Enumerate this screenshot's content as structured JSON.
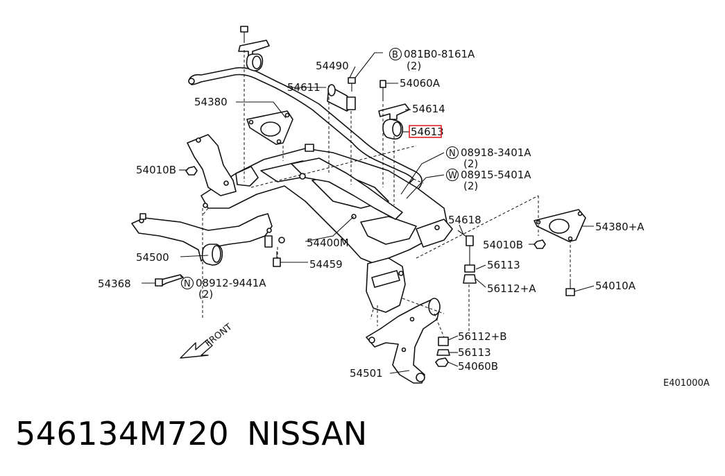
{
  "footer": {
    "part_number": "546134M720",
    "brand": "NISSAN",
    "diagram_code": "E401000A"
  },
  "highlight_color": "#e02020",
  "callouts": {
    "c54490": "54490",
    "c081b0": "081B0-8161A",
    "c081b0_qty": "(2)",
    "c54611": "54611",
    "c54060a": "54060A",
    "c54380": "54380",
    "c54614": "54614",
    "c54613": "54613",
    "c08918": "08918-3401A",
    "c08918_qty": "(2)",
    "c08915": "08915-5401A",
    "c08915_qty": "(2)",
    "c54010b_left": "54010B",
    "c54400m": "54400M",
    "c54618": "54618",
    "c54380a": "54380+A",
    "c54010b_right": "54010B",
    "c54500": "54500",
    "c54459": "54459",
    "c56113_top": "56113",
    "c54368": "54368",
    "c08912": "08912-9441A",
    "c08912_qty": "(2)",
    "c56112a": "56112+A",
    "c54010a": "54010A",
    "c56112b": "56112+B",
    "c56113_bottom": "56113",
    "c54060b": "54060B",
    "c54501": "54501",
    "front": "FRONT"
  },
  "circle_letters": {
    "b": "B",
    "n1": "N",
    "w": "W",
    "n2": "N"
  }
}
